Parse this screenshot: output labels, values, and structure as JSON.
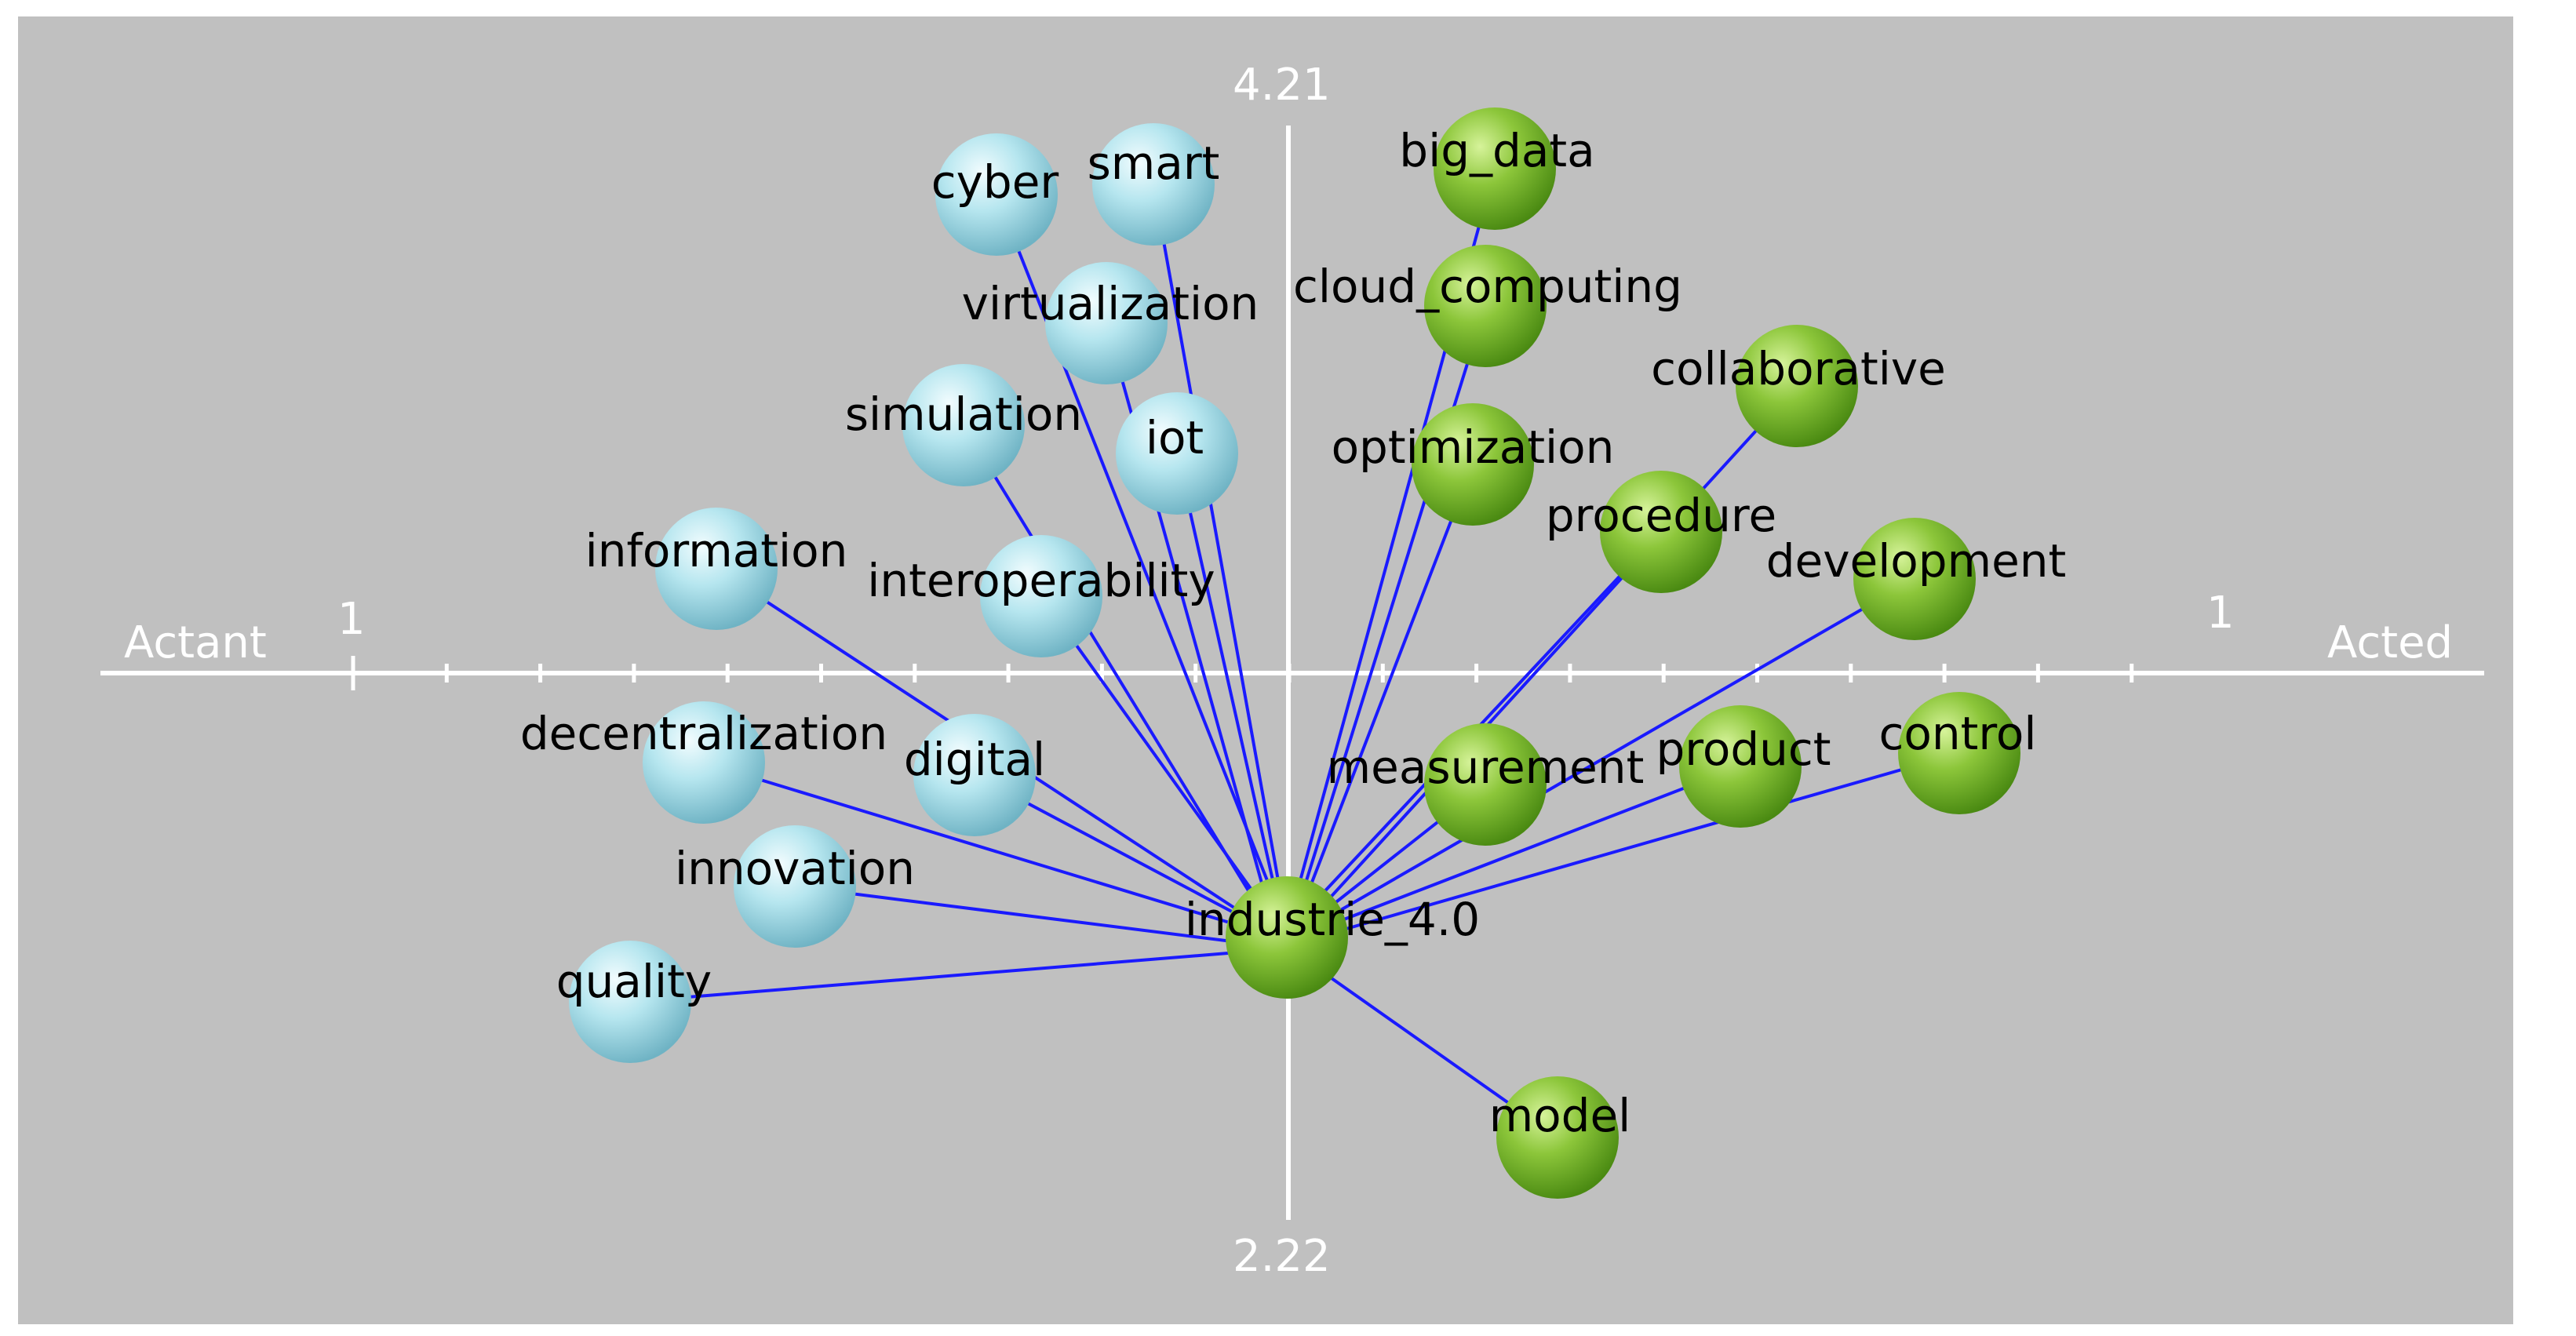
{
  "axes": {
    "left_label": "Actant",
    "right_label": "Acted",
    "left_value": "1",
    "right_value": "1",
    "top_value": "4.21",
    "bottom_value": "2.22"
  },
  "colors": {
    "background": "#c0c0c0",
    "axis": "#ffffff",
    "edge": "#1a1aff",
    "actant_node": "#a8e0ea",
    "acted_node": "#8cc63a"
  },
  "hub": {
    "id": "industrie_4.0",
    "label": "industrie_4.0"
  },
  "nodes": [
    {
      "id": "cyber",
      "label": "cyber",
      "group": "actant"
    },
    {
      "id": "smart",
      "label": "smart",
      "group": "actant"
    },
    {
      "id": "virtualization",
      "label": "virtualization",
      "group": "actant"
    },
    {
      "id": "simulation",
      "label": "simulation",
      "group": "actant"
    },
    {
      "id": "iot",
      "label": "iot",
      "group": "actant"
    },
    {
      "id": "information",
      "label": "information",
      "group": "actant"
    },
    {
      "id": "interoperability",
      "label": "interoperability",
      "group": "actant"
    },
    {
      "id": "decentralization",
      "label": "decentralization",
      "group": "actant"
    },
    {
      "id": "digital",
      "label": "digital",
      "group": "actant"
    },
    {
      "id": "innovation",
      "label": "innovation",
      "group": "actant"
    },
    {
      "id": "quality",
      "label": "quality",
      "group": "actant"
    },
    {
      "id": "big_data",
      "label": "big_data",
      "group": "acted"
    },
    {
      "id": "cloud_computing",
      "label": "cloud_computing",
      "group": "acted"
    },
    {
      "id": "collaborative",
      "label": "collaborative",
      "group": "acted"
    },
    {
      "id": "optimization",
      "label": "optimization",
      "group": "acted"
    },
    {
      "id": "procedure",
      "label": "procedure",
      "group": "acted"
    },
    {
      "id": "development",
      "label": "development",
      "group": "acted"
    },
    {
      "id": "measurement",
      "label": "measurement",
      "group": "acted"
    },
    {
      "id": "product",
      "label": "product",
      "group": "acted"
    },
    {
      "id": "control",
      "label": "control",
      "group": "acted"
    },
    {
      "id": "model",
      "label": "model",
      "group": "acted"
    }
  ]
}
